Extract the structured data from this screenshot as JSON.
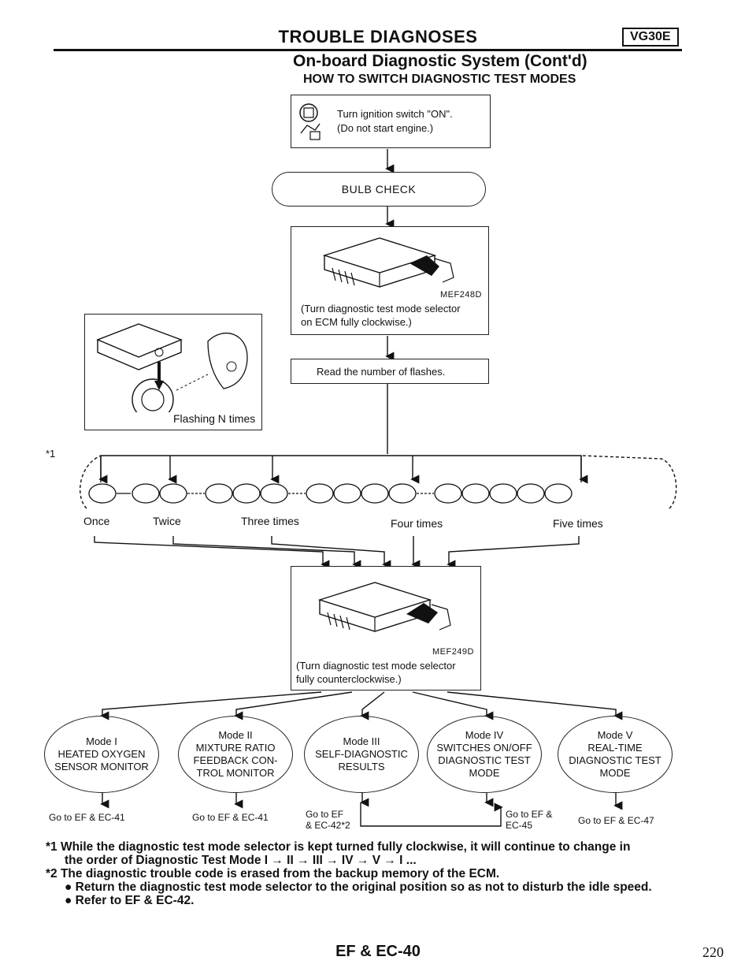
{
  "header": {
    "title": "TROUBLE DIAGNOSES",
    "model_badge": "VG30E",
    "subtitle": "On-board Diagnostic System (Cont'd)",
    "section": "HOW TO SWITCH DIAGNOSTIC TEST MODES"
  },
  "flow": {
    "ignition_text_1": "Turn ignition switch \"ON\".",
    "ignition_text_2": "(Do not start engine.)",
    "bulb_check": "BULB CHECK",
    "ecm1_code": "MEF248D",
    "ecm1_text_1": "(Turn diagnostic test mode selector",
    "ecm1_text_2": "on ECM fully clockwise.)",
    "read_flashes": "Read the number of flashes.",
    "flashing_label": "Flashing N times",
    "note_marker": "*1",
    "flash_counts": [
      "Once",
      "Twice",
      "Three times",
      "Four times",
      "Five times"
    ],
    "ecm2_code": "MEF249D",
    "ecm2_text_1": "(Turn diagnostic test mode selector",
    "ecm2_text_2": "fully counterclockwise.)"
  },
  "modes": [
    {
      "name": "Mode I",
      "line1": "HEATED OXYGEN",
      "line2": "SENSOR MONITOR",
      "line3": "",
      "goto_1": "Go to EF & EC-41",
      "goto_2": ""
    },
    {
      "name": "Mode II",
      "line1": "MIXTURE RATIO",
      "line2": "FEEDBACK CON-",
      "line3": "TROL MONITOR",
      "goto_1": "Go to EF & EC-41",
      "goto_2": ""
    },
    {
      "name": "Mode III",
      "line1": "SELF-DIAGNOSTIC",
      "line2": "RESULTS",
      "line3": "",
      "goto_1": "Go to EF",
      "goto_2": "& EC-42*2"
    },
    {
      "name": "Mode IV",
      "line1": "SWITCHES ON/OFF",
      "line2": "DIAGNOSTIC TEST",
      "line3": "MODE",
      "goto_1": "Go to EF &",
      "goto_2": "EC-45"
    },
    {
      "name": "Mode V",
      "line1": "REAL-TIME",
      "line2": "DIAGNOSTIC TEST",
      "line3": "MODE",
      "goto_1": "Go to EF & EC-47",
      "goto_2": ""
    }
  ],
  "notes": {
    "n1_a": "*1  While the diagnostic test mode selector is kept turned fully clockwise, it will continue to change in",
    "n1_b": "the order of Diagnostic Test Mode I → II → III → IV → V → I ...",
    "n2": "*2  The diagnostic trouble code is erased from the backup memory of the ECM.",
    "b1": "●  Return the diagnostic test mode selector to the original position so as not to disturb the idle speed.",
    "b2": "●  Refer to EF & EC-42."
  },
  "footer": {
    "section_code": "EF & EC-40",
    "page_number": "220"
  }
}
